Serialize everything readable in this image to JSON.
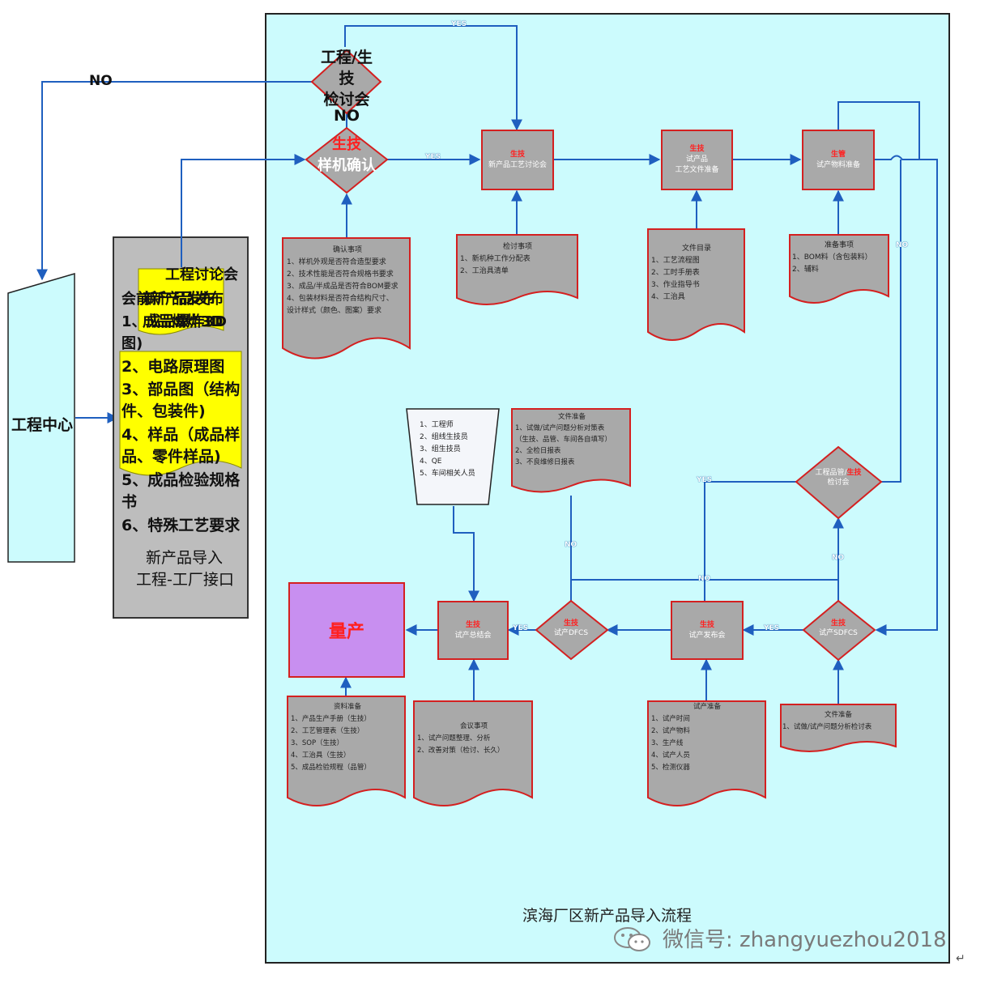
{
  "colors": {
    "panel_bg": "#ccfbfd",
    "arrow": "#1f5fbf",
    "box_fill": "#a9a9a9",
    "box_border": "#d42020",
    "mass_fill": "#c88ff0",
    "doc_yellow": "#ffff00",
    "left_panel_bg": "#bdbdbd"
  },
  "left": {
    "center_label": "工程中心",
    "no_label": "NO",
    "overlay_line1": "工程讨论会",
    "overlay_line2": "新产品发布",
    "overlay_line3": "成品爆炸3D",
    "list": [
      "会前新产品发布",
      "1、成品爆炸3D图)",
      "2、电路原理图",
      "3、部品图（结构件、包装件)",
      "4、样品（成品样品、零件样品)",
      "5、成品检验规格书",
      "6、特殊工艺要求"
    ],
    "footer_line1": "新产品导入",
    "footer_line2": "工程-工厂接口"
  },
  "top": {
    "discuss_line1": "工程/生",
    "discuss_line2": "技",
    "discuss_line3": "检讨会",
    "discuss_no": "NO",
    "confirm_red": "生技",
    "confirm_line": "样机确认",
    "yes1": "YES",
    "yes2": "YES"
  },
  "boxes": {
    "b1": {
      "red": "生技",
      "text": "新产品工艺讨论会"
    },
    "b2": {
      "red": "生技",
      "text": "试产品",
      "text2": "工艺文件准备"
    },
    "b3": {
      "red": "生管",
      "text": "试产物料准备"
    },
    "b4": {
      "red": "生技",
      "text": "试产发布会"
    },
    "b5": {
      "red": "生技",
      "text": "试产总结会"
    },
    "mass": "量产"
  },
  "diamonds": {
    "d1": {
      "text": "工程品管/",
      "red": "生技",
      "text2": "检讨会"
    },
    "d2": {
      "red": "生技",
      "text": "试产DFCS"
    },
    "d3": {
      "red": "生技",
      "text": "试产SDFCS"
    }
  },
  "docs": {
    "confirm": {
      "title": "确认事项",
      "items": [
        "1、样机外观是否符合造型要求",
        "2、技术性能是否符合规格书要求",
        "3、成品/半成品是否符合BOM要求",
        "4、包装材料是否符合结构尺寸、",
        "设计样式（颜色、图案）要求"
      ]
    },
    "review": {
      "title": "检讨事项",
      "items": [
        "1、新机种工作分配表",
        "2、工治具清单"
      ]
    },
    "files": {
      "title": "文件目录",
      "items": [
        "1、工艺流程图",
        "2、工时手册表",
        "3、作业指导书",
        "4、工治具"
      ]
    },
    "prep": {
      "title": "准备事项",
      "items": [
        "1、BOM料（含包装料）",
        "2、辅料"
      ]
    },
    "attend": {
      "items": [
        "1、工程师",
        "2、组线生技员",
        "3、组生技员",
        "4、QE",
        "5、车间相关人员"
      ]
    },
    "docprep1": {
      "title": "文件准备",
      "items": [
        "1、试做/试产问题分析对策表",
        "（生技、品管、车间各自填写）",
        "2、全检日报表",
        "3、不良维修日报表"
      ]
    },
    "handover": {
      "title": "资料准备",
      "items": [
        "1、产品生产手册（生技）",
        "2、工艺管理表（生技）",
        "3、SOP（生技）",
        "4、工治具（生技）",
        "5、成品检验规程（品管）"
      ]
    },
    "meeting": {
      "title": "会议事项",
      "items": [
        "1、试产问题整理、分析",
        "2、改善对策（检讨、长久）"
      ]
    },
    "trialprep": {
      "title": "试产准备",
      "items": [
        "1、试产时间",
        "2、试产物料",
        "3、生产线",
        "4、试产人员",
        "5、检测仪器"
      ]
    },
    "docprep2": {
      "title": "文件准备",
      "items": [
        "1、试做/试产问题分析检讨表"
      ]
    }
  },
  "labels": {
    "yes_a": "YES",
    "yes_b": "YES",
    "yes_c": "YES",
    "no_a": "NO",
    "no_b": "NO",
    "no_c": "NO",
    "no_d": "NO"
  },
  "caption": "滨海厂区新产品导入流程",
  "watermark": "微信号: zhangyuezhou2018",
  "return_mark": "↵"
}
